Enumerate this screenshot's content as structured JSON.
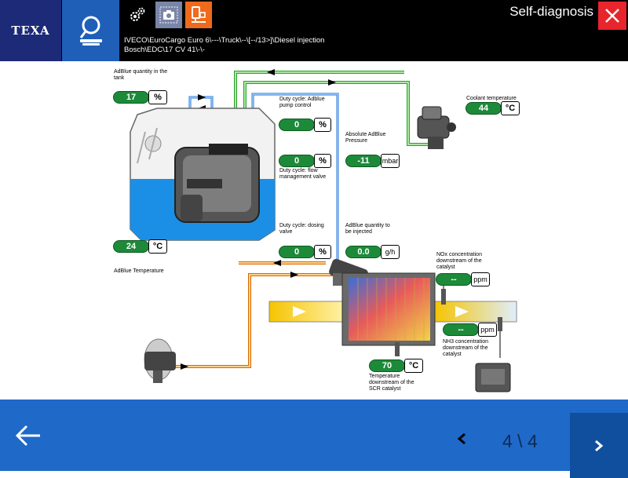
{
  "header": {
    "logo_text": "TEXA",
    "title": "Self-diagnosis",
    "breadcrumb_line1": "IVECO\\EuroCargo Euro 6\\---\\Truck\\--\\[--/13>]\\Diesel injection",
    "breadcrumb_line2": "Bosch\\EDC\\17 CV 41\\-\\-"
  },
  "diagram": {
    "adblue_tank_label": "AdBlue quantity in the tank",
    "adblue_tank_value": "17",
    "adblue_tank_unit": "%",
    "adblue_temp_label": "AdBlue Temperature",
    "adblue_temp_value": "24",
    "adblue_temp_unit": "°C",
    "duty_pump_label": "Duty cycle: Adblue pump control",
    "duty_pump_value": "0",
    "duty_pump_unit": "%",
    "duty_flow_label": "Duty cycle: flow management valve",
    "duty_flow_value": "0",
    "duty_flow_unit": "%",
    "duty_dosing_label": "Duty cycle: dosing valve",
    "duty_dosing_value": "0",
    "duty_dosing_unit": "%",
    "abs_pressure_label": "Absolute AdBlue Pressure",
    "abs_pressure_value": "-11",
    "abs_pressure_unit": "mbar",
    "qty_inject_label": "AdBlue quantity to be injected",
    "qty_inject_value": "0.0",
    "qty_inject_unit": "g/h",
    "coolant_label": "Coolant temperature",
    "coolant_value": "44",
    "coolant_unit": "°C",
    "nox_label": "NOx concentration downstream of the catalyst",
    "nox_value": "--",
    "nox_unit": "ppm",
    "nh3_label": "NH3 concentration downstream of the catalyst",
    "nh3_value": "--",
    "nh3_unit": "ppm",
    "scr_temp_label": "Temperature downstream of the SCR catalyst",
    "scr_temp_value": "70",
    "scr_temp_unit": "°C"
  },
  "footer": {
    "page_indicator": "4 \\ 4"
  },
  "colors": {
    "header_bg": "#000000",
    "logo_bg": "#1c2a78",
    "accent_blue": "#1f69c9",
    "close_red": "#e8242c",
    "value_green": "#1d8a3a",
    "adblue": "#1b8fe6",
    "coolant_line": "#4cc24c",
    "exhaust": "#f5c400"
  },
  "icons": [
    "search-icon",
    "gears-icon",
    "camera-icon",
    "device-icon",
    "close-icon",
    "back-arrow-icon",
    "prev-icon",
    "next-icon"
  ]
}
